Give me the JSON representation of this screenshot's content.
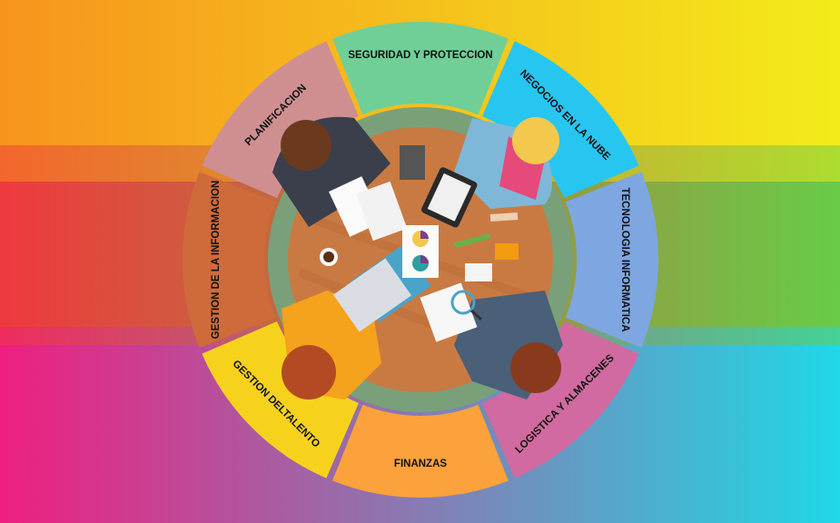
{
  "background_colors": {
    "top_left": "#f7941d",
    "top_right": "#f3ec1a",
    "mid_left": "#ef3a3a",
    "mid_right": "#6ccb3f",
    "bottom_left": "#ee1f7f",
    "bottom_right": "#1fd8e6"
  },
  "wheel": {
    "segments": [
      {
        "label": "SEGURIDAD Y PROTECCION",
        "color": "#6fcf97"
      },
      {
        "label": "NEGOCIOS EN LA NUBE",
        "color": "#27c6f0"
      },
      {
        "label": "TECNOLOGIA INFORMATICA",
        "color": "#7ea6e0"
      },
      {
        "label": "LOGISTICA Y ALMACENES",
        "color": "#d06aa0"
      },
      {
        "label": "FINANZAS",
        "color": "#fca23c"
      },
      {
        "label": "GESTION DELTALENTO",
        "color": "#f7d21c"
      },
      {
        "label": "GESTION DE LA INFORMACION",
        "color": "#cf6b3a"
      },
      {
        "label": "PLANIFICACION",
        "color": "#cf8f90"
      }
    ],
    "inner_ring_color": "#7aa07a",
    "table_color": "#c97a42"
  },
  "illustration": {
    "items": [
      "person-top-left",
      "person-top-right",
      "person-bottom-left",
      "person-bottom-right",
      "laptop",
      "tablet",
      "notebook",
      "documents",
      "coffee-cup",
      "pie-chart-paper",
      "magnifier",
      "envelope",
      "ruler",
      "sticky-note"
    ]
  }
}
